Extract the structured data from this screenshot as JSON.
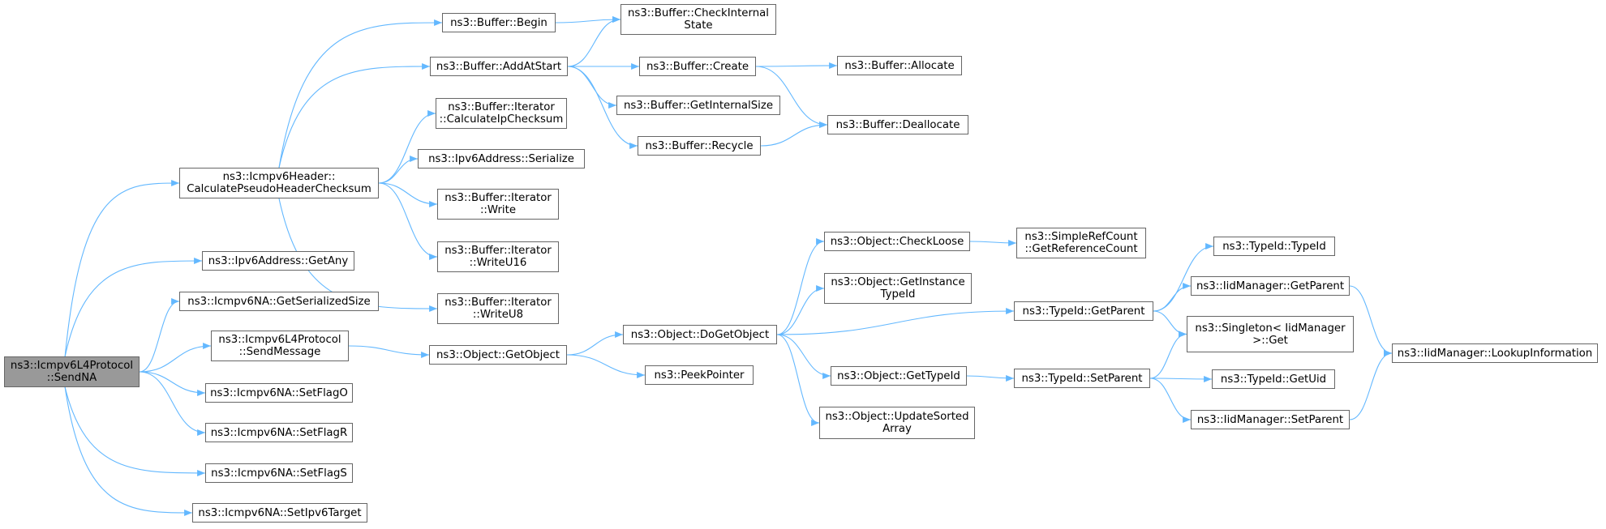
{
  "colors": {
    "edge": "#63b8ff",
    "border": "#666666",
    "root_fill": "#999999",
    "node_fill": "#ffffff"
  },
  "nodes": {
    "send_na": [
      "ns3::Icmpv6L4Protocol",
      "::SendNA"
    ],
    "calc_pseudo": [
      "ns3::Icmpv6Header::",
      "CalculatePseudoHeaderChecksum"
    ],
    "get_any": [
      "ns3::Ipv6Address::GetAny"
    ],
    "get_serialized_size": [
      "ns3::Icmpv6NA::GetSerializedSize"
    ],
    "send_message": [
      "ns3::Icmpv6L4Protocol",
      "::SendMessage"
    ],
    "set_flag_o": [
      "ns3::Icmpv6NA::SetFlagO"
    ],
    "set_flag_r": [
      "ns3::Icmpv6NA::SetFlagR"
    ],
    "set_flag_s": [
      "ns3::Icmpv6NA::SetFlagS"
    ],
    "set_ipv6_target": [
      "ns3::Icmpv6NA::SetIpv6Target"
    ],
    "buffer_begin": [
      "ns3::Buffer::Begin"
    ],
    "buffer_add_at_start": [
      "ns3::Buffer::AddAtStart"
    ],
    "iter_calc_ip": [
      "ns3::Buffer::Iterator",
      "::CalculateIpChecksum"
    ],
    "ipv6_serialize": [
      "ns3::Ipv6Address::Serialize"
    ],
    "iter_write": [
      "ns3::Buffer::Iterator",
      "::Write"
    ],
    "iter_write_u16": [
      "ns3::Buffer::Iterator",
      "::WriteU16"
    ],
    "iter_write_u8": [
      "ns3::Buffer::Iterator",
      "::WriteU8"
    ],
    "get_object": [
      "ns3::Object::GetObject"
    ],
    "check_internal": [
      "ns3::Buffer::CheckInternal",
      "State"
    ],
    "buffer_create": [
      "ns3::Buffer::Create"
    ],
    "get_internal_size": [
      "ns3::Buffer::GetInternalSize"
    ],
    "buffer_recycle": [
      "ns3::Buffer::Recycle"
    ],
    "buffer_allocate": [
      "ns3::Buffer::Allocate"
    ],
    "buffer_deallocate": [
      "ns3::Buffer::Deallocate"
    ],
    "do_get_object": [
      "ns3::Object::DoGetObject"
    ],
    "peek_pointer": [
      "ns3::PeekPointer"
    ],
    "check_loose": [
      "ns3::Object::CheckLoose"
    ],
    "get_instance_typeid": [
      "ns3::Object::GetInstance",
      "TypeId"
    ],
    "get_typeid": [
      "ns3::Object::GetTypeId"
    ],
    "update_sorted": [
      "ns3::Object::UpdateSorted",
      "Array"
    ],
    "get_ref_count": [
      "ns3::SimpleRefCount",
      "::GetReferenceCount"
    ],
    "typeid_get_parent": [
      "ns3::TypeId::GetParent"
    ],
    "typeid_set_parent": [
      "ns3::TypeId::SetParent"
    ],
    "typeid_typeid": [
      "ns3::TypeId::TypeId"
    ],
    "iid_get_parent": [
      "ns3::IidManager::GetParent"
    ],
    "singleton_get": [
      "ns3::Singleton< IidManager",
      ">::Get"
    ],
    "typeid_get_uid": [
      "ns3::TypeId::GetUid"
    ],
    "iid_set_parent": [
      "ns3::IidManager::SetParent"
    ],
    "iid_lookup": [
      "ns3::IidManager::LookupInformation"
    ]
  },
  "edges": [
    [
      "send_na",
      "calc_pseudo"
    ],
    [
      "send_na",
      "get_any"
    ],
    [
      "send_na",
      "get_serialized_size"
    ],
    [
      "send_na",
      "send_message"
    ],
    [
      "send_na",
      "set_flag_o"
    ],
    [
      "send_na",
      "set_flag_r"
    ],
    [
      "send_na",
      "set_flag_s"
    ],
    [
      "send_na",
      "set_ipv6_target"
    ],
    [
      "calc_pseudo",
      "buffer_begin"
    ],
    [
      "calc_pseudo",
      "buffer_add_at_start"
    ],
    [
      "calc_pseudo",
      "iter_calc_ip"
    ],
    [
      "calc_pseudo",
      "ipv6_serialize"
    ],
    [
      "calc_pseudo",
      "iter_write"
    ],
    [
      "calc_pseudo",
      "iter_write_u16"
    ],
    [
      "calc_pseudo",
      "iter_write_u8"
    ],
    [
      "buffer_begin",
      "check_internal"
    ],
    [
      "buffer_add_at_start",
      "check_internal"
    ],
    [
      "buffer_add_at_start",
      "buffer_create"
    ],
    [
      "buffer_add_at_start",
      "get_internal_size"
    ],
    [
      "buffer_add_at_start",
      "buffer_recycle"
    ],
    [
      "buffer_create",
      "buffer_allocate"
    ],
    [
      "buffer_create",
      "buffer_deallocate"
    ],
    [
      "buffer_recycle",
      "buffer_deallocate"
    ],
    [
      "send_message",
      "get_object"
    ],
    [
      "get_object",
      "do_get_object"
    ],
    [
      "get_object",
      "peek_pointer"
    ],
    [
      "do_get_object",
      "check_loose"
    ],
    [
      "do_get_object",
      "get_instance_typeid"
    ],
    [
      "do_get_object",
      "typeid_get_parent"
    ],
    [
      "do_get_object",
      "get_typeid"
    ],
    [
      "do_get_object",
      "update_sorted"
    ],
    [
      "check_loose",
      "get_ref_count"
    ],
    [
      "typeid_get_parent",
      "typeid_typeid"
    ],
    [
      "typeid_get_parent",
      "iid_get_parent"
    ],
    [
      "typeid_get_parent",
      "singleton_get"
    ],
    [
      "get_typeid",
      "typeid_set_parent"
    ],
    [
      "typeid_set_parent",
      "singleton_get"
    ],
    [
      "typeid_set_parent",
      "typeid_get_uid"
    ],
    [
      "typeid_set_parent",
      "iid_set_parent"
    ],
    [
      "iid_get_parent",
      "iid_lookup"
    ],
    [
      "iid_set_parent",
      "iid_lookup"
    ]
  ]
}
